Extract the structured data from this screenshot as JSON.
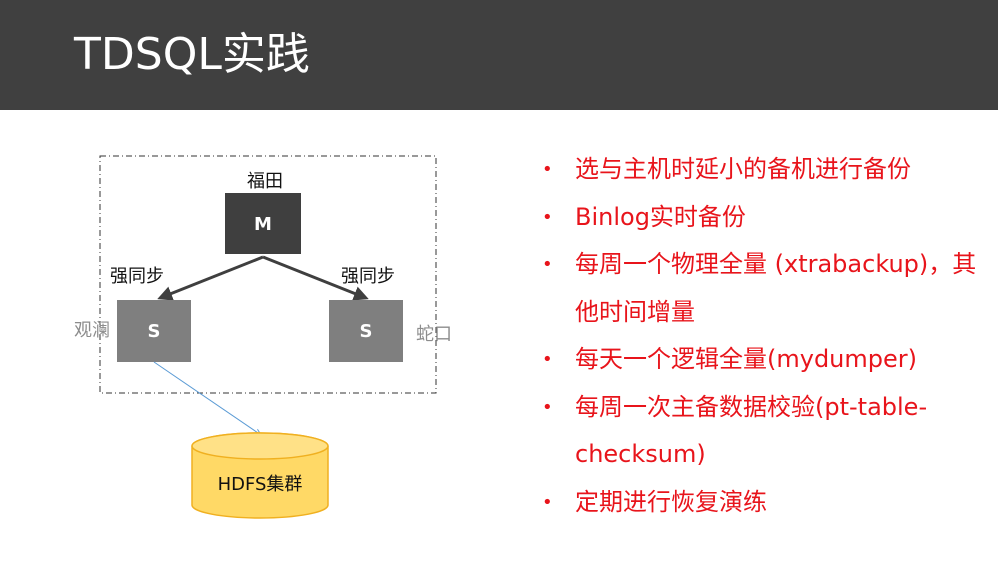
{
  "title": "TDSQL实践",
  "diagram": {
    "master": {
      "location": "福田",
      "label": "M"
    },
    "sync_left": "强同步",
    "sync_right": "强同步",
    "slave_left": {
      "label": "S",
      "location": "观澜"
    },
    "slave_right": {
      "label": "S",
      "location": "蛇口"
    },
    "storage": "HDFS集群"
  },
  "bullets": [
    "选与主机时延小的备机进行备份",
    "Binlog实时备份",
    "每周一个物理全量 (xtrabackup)，其他时间增量",
    "每天一个逻辑全量(mydumper)",
    "每周一次主备数据校验(pt-table-checksum)",
    "定期进行恢复演练"
  ],
  "colors": {
    "header_bg": "#404040",
    "master_box": "#3f3f3f",
    "slave_box": "#7f7f7f",
    "storage_fill": "#ffd966",
    "storage_stroke": "#f0b020",
    "bullet_text": "#e8141b"
  }
}
